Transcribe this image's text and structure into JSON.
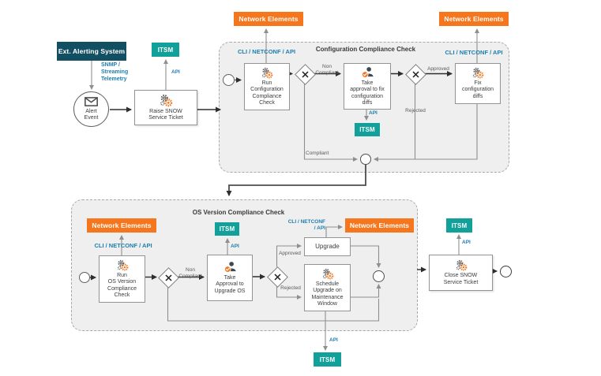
{
  "external": {
    "alerting_system": "Ext. Alerting System",
    "snmp": "SNMP /\nStreaming\nTelemetry",
    "alert_event": "Alert\nEvent",
    "raise_ticket": "Raise SNOW\nService Ticket",
    "close_ticket": "Close SNOW\nService Ticket"
  },
  "shared": {
    "itsm": "ITSM",
    "api": "API",
    "network_elements": "Network Elements",
    "cli_netconf_api": "CLI / NETCONF / API",
    "cli_netconf_api_wrapped": "CLI / NETCONF\n/ API"
  },
  "config": {
    "title": "Configuration Compliance Check",
    "run": "Run\nConfiguration\nCompliance\nCheck",
    "take_approval": "Take\napproval to fix\nconfiguration\ndiffs",
    "fix": "Fix\nconfiguration\ndiffs",
    "non_compliant": "Non\nCompliant",
    "approved": "Approved",
    "rejected": "Rejected",
    "compliant": "Compliant"
  },
  "os": {
    "title": "OS Version Compliance Check",
    "run": "Run\nOS Version\nCompliance\nCheck",
    "take_approval": "Take\nApproval to\nUpgrade OS",
    "upgrade": "Upgrade",
    "schedule": "Schedule\nUpgrade on\nMaintenance\nWindow",
    "non_compliant": "Non\nCompliant",
    "approved": "Approved",
    "rejected": "Rejected"
  },
  "icons": {
    "gears-icon": "⚙",
    "person-check-icon": "✔",
    "envelope-icon": "✉",
    "x-gateway-icon": "✕"
  },
  "colors": {
    "orange": "#f5761d",
    "teal": "#12a19a",
    "dark_teal": "#134f63",
    "link_blue": "#1d7fae",
    "container_fill": "#efefef",
    "line_grey": "#8f8f8f",
    "line_dark": "#2e2e2e",
    "box_border": "#939393"
  }
}
